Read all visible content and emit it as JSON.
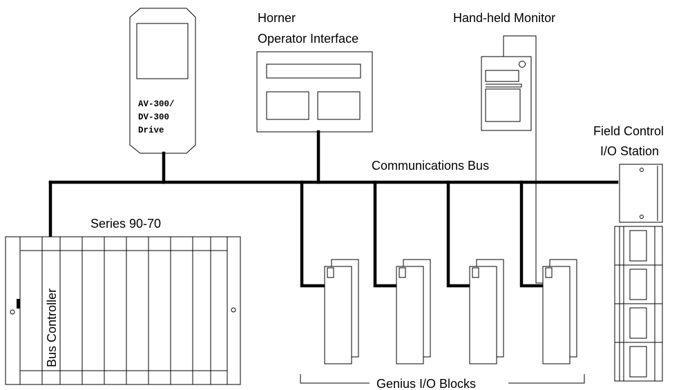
{
  "labels": {
    "drive_line1": "AV-300/",
    "drive_line2": "DV-300",
    "drive_line3": "Drive",
    "horner_line1": "Horner",
    "horner_line2": "Operator Interface",
    "handheld": "Hand-held Monitor",
    "field_line1": "Field Control",
    "field_line2": "I/O Station",
    "comm_bus": "Communications Bus",
    "series": "Series 90-70",
    "bus_controller": "Bus Controller",
    "genius": "Genius I/O Blocks"
  }
}
